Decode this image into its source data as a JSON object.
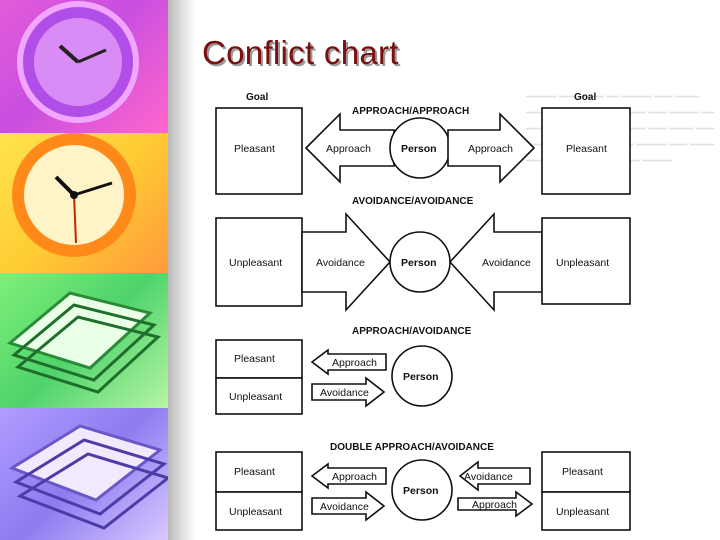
{
  "slide": {
    "title": "Conflict chart"
  },
  "chart": {
    "goal_left": "Goal",
    "goal_right": "Goal",
    "section_titles": [
      "APPROACH/APPROACH",
      "AVOIDANCE/AVOIDANCE",
      "APPROACH/AVOIDANCE",
      "DOUBLE APPROACH/AVOIDANCE"
    ],
    "row1": {
      "left_box": "Pleasant",
      "left_arrow": "Approach",
      "person": "Person",
      "right_arrow": "Approach",
      "right_box": "Pleasant"
    },
    "row2": {
      "left_box": "Unpleasant",
      "left_arrow": "Avoidance",
      "person": "Person",
      "right_arrow": "Avoidance",
      "right_box": "Unpleasant"
    },
    "row3": {
      "box_top": "Pleasant",
      "box_bottom": "Unpleasant",
      "arrow_top": "Approach",
      "arrow_bottom": "Avoidance",
      "person": "Person"
    },
    "row4": {
      "left_top": "Pleasant",
      "left_bottom": "Unpleasant",
      "arrow_lt": "Approach",
      "arrow_lb": "Avoidance",
      "person": "Person",
      "arrow_rt": "Avoidance",
      "arrow_rb": "Approach",
      "right_top": "Pleasant",
      "right_bottom": "Unpleasant"
    }
  },
  "colors": {
    "title": "#7a1010",
    "title_shadow": "#9a9a9a",
    "line": "#111111"
  }
}
